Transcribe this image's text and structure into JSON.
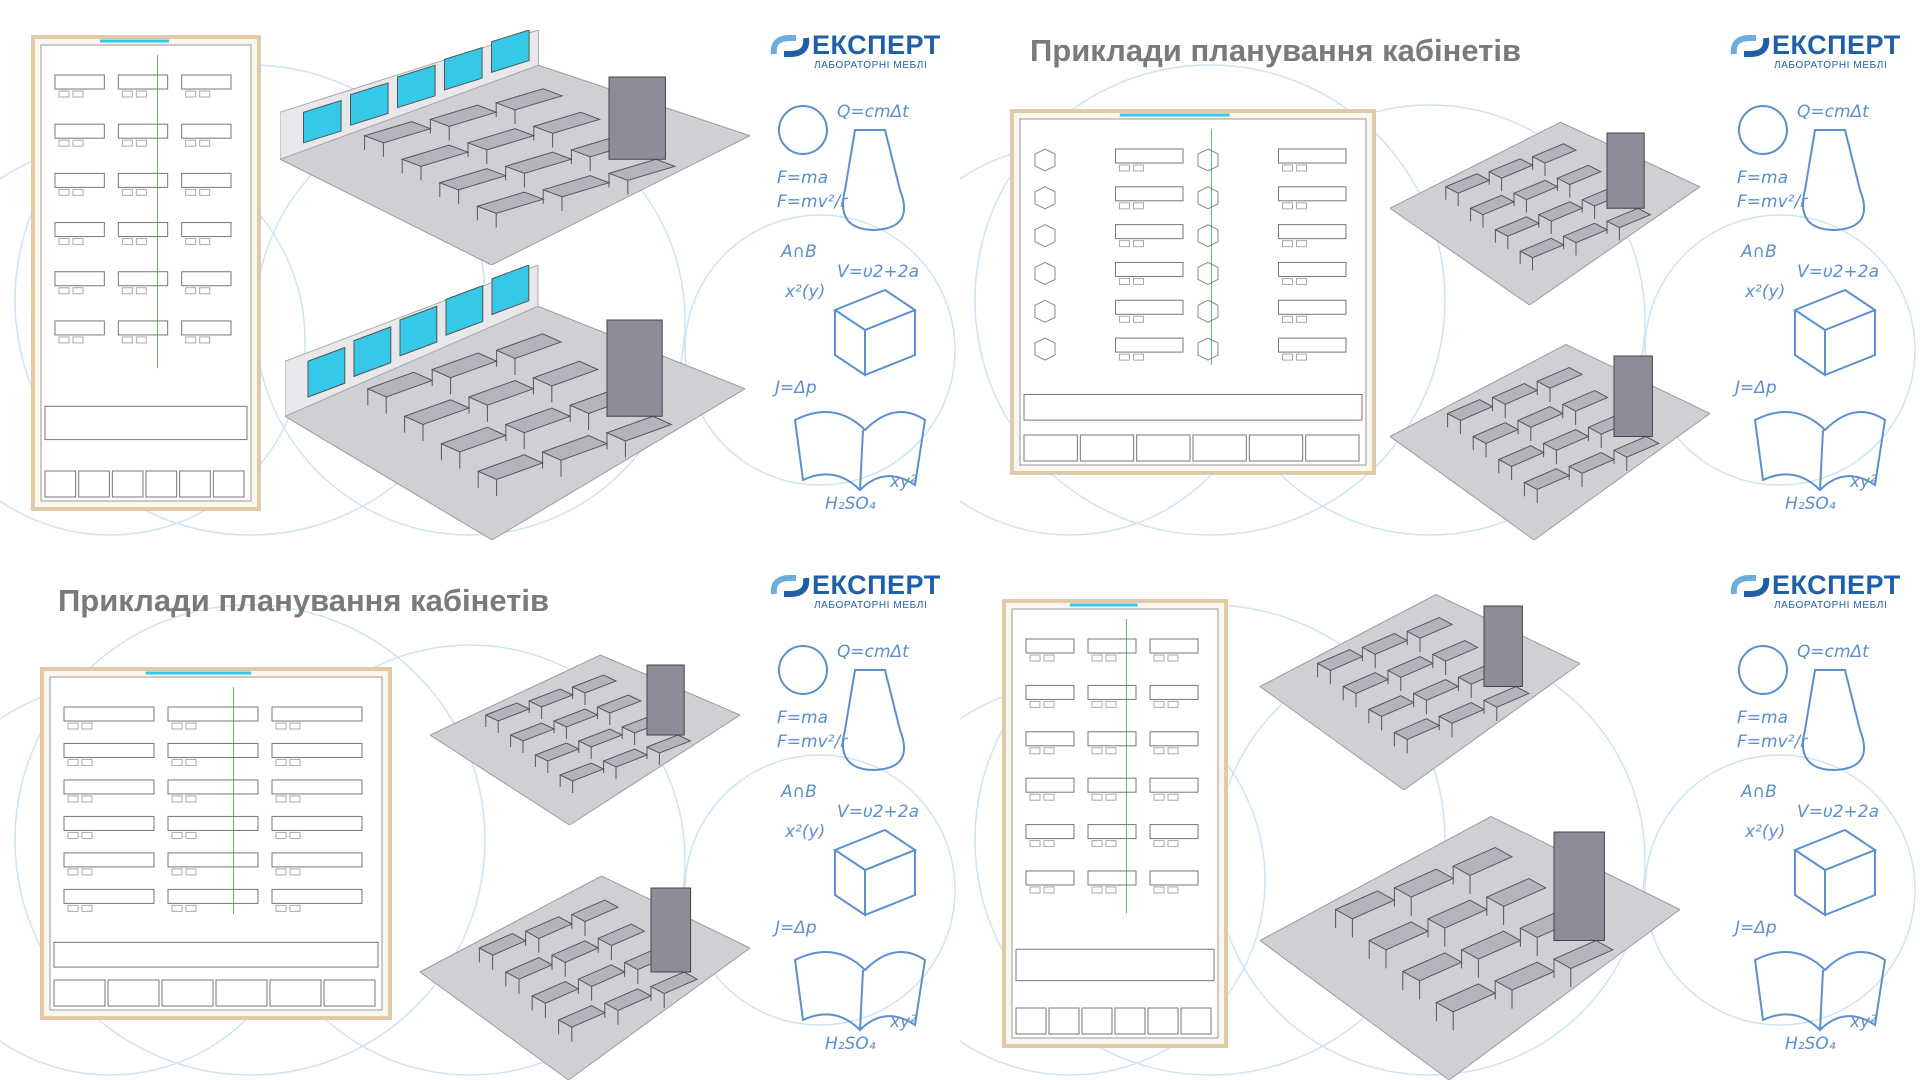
{
  "logo": {
    "name": "ЕКСПЕРТ",
    "subtitle": "ЛАБОРАТОРНІ МЕБЛІ"
  },
  "panels": [
    {
      "title": ""
    },
    {
      "title": "Приклади планування кабінетів"
    },
    {
      "title": "Приклади планування кабінетів"
    },
    {
      "title": ""
    }
  ],
  "doodle": {
    "q": "Q=cmΔt",
    "fma": "F=ma",
    "fmv": "F=mv²/r",
    "ab": "A∩B",
    "v": "V=υ2+2a",
    "xy": "x²(y)",
    "j": "J=Δp",
    "h2so4": "H₂SO₄",
    "xy2": "xy²"
  },
  "colors": {
    "brand": "#1f5fa8",
    "doodle": "#5b8fd0",
    "title": "#7a7a7a",
    "window": "#35c8e8",
    "furniture": "#8d8d99"
  }
}
